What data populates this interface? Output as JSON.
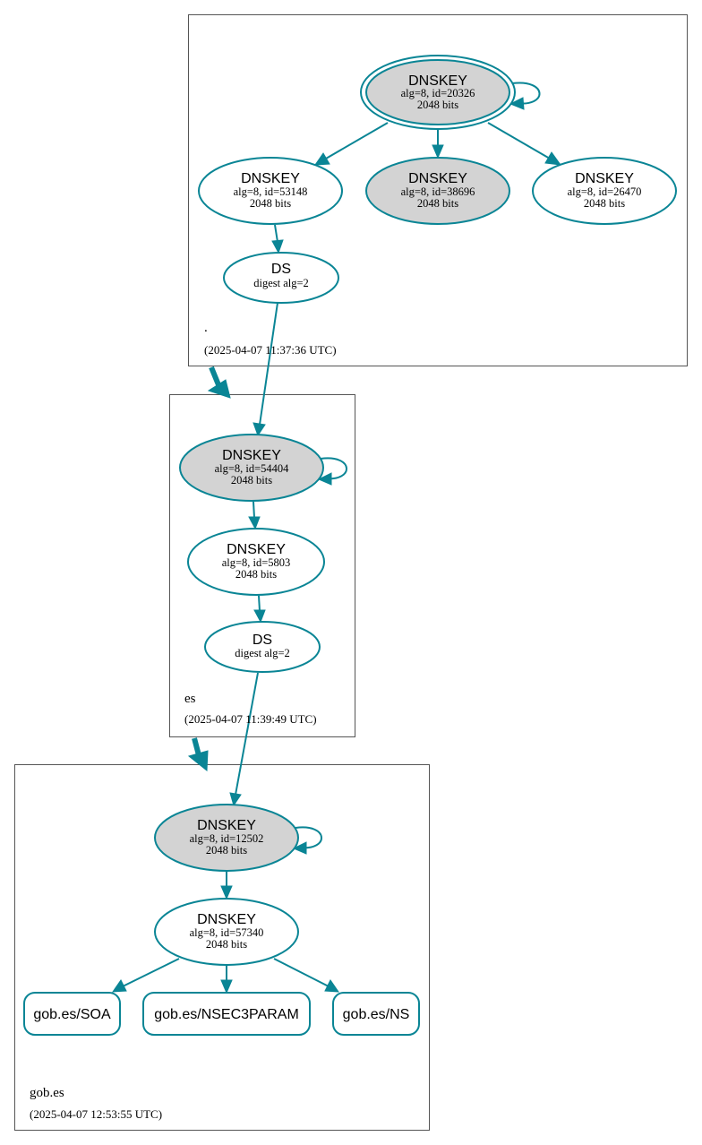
{
  "colors": {
    "edge": "#0a8595",
    "ksk_fill": "#d3d3d3",
    "zone_border": "#555555"
  },
  "zones": {
    "root": {
      "name": ".",
      "timestamp": "(2025-04-07 11:37:36 UTC)"
    },
    "es": {
      "name": "es",
      "timestamp": "(2025-04-07 11:39:49 UTC)"
    },
    "gob_es": {
      "name": "gob.es",
      "timestamp": "(2025-04-07 12:53:55 UTC)"
    }
  },
  "nodes": {
    "root_ksk": {
      "type": "DNSKEY",
      "details": "alg=8, id=20326",
      "size": "2048 bits"
    },
    "root_zsk_53148": {
      "type": "DNSKEY",
      "details": "alg=8, id=53148",
      "size": "2048 bits"
    },
    "root_ksk_38696": {
      "type": "DNSKEY",
      "details": "alg=8, id=38696",
      "size": "2048 bits"
    },
    "root_zsk_26470": {
      "type": "DNSKEY",
      "details": "alg=8, id=26470",
      "size": "2048 bits"
    },
    "root_ds": {
      "type": "DS",
      "details": "digest alg=2"
    },
    "es_ksk": {
      "type": "DNSKEY",
      "details": "alg=8, id=54404",
      "size": "2048 bits"
    },
    "es_zsk": {
      "type": "DNSKEY",
      "details": "alg=8, id=5803",
      "size": "2048 bits"
    },
    "es_ds": {
      "type": "DS",
      "details": "digest alg=2"
    },
    "gob_ksk": {
      "type": "DNSKEY",
      "details": "alg=8, id=12502",
      "size": "2048 bits"
    },
    "gob_zsk": {
      "type": "DNSKEY",
      "details": "alg=8, id=57340",
      "size": "2048 bits"
    }
  },
  "rrsets": {
    "soa": "gob.es/SOA",
    "nsec3param": "gob.es/NSEC3PARAM",
    "ns": "gob.es/NS"
  }
}
